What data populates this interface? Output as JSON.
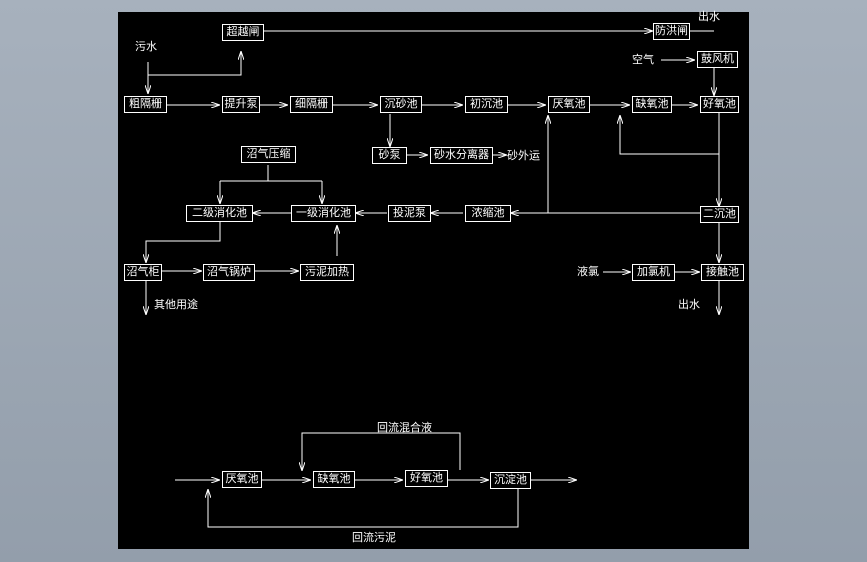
{
  "diagram": {
    "nodes": {
      "overflow_gate": "超越闸",
      "flood_gate": "防洪闸",
      "blower": "鼓风机",
      "coarse_screen": "粗隔栅",
      "lift_pump": "提升泵",
      "fine_screen": "细隔栅",
      "grit_chamber": "沉砂池",
      "primary_clarifier": "初沉池",
      "anaerobic_tank": "厌氧池",
      "anoxic_tank": "缺氧池",
      "aerobic_tank": "好氧池",
      "gas_compress": "沼气压缩",
      "sand_pump": "砂泵",
      "sand_separator": "砂水分离器",
      "secondary_digester": "二级消化池",
      "primary_digester": "一级消化池",
      "sludge_pump": "投泥泵",
      "thickener": "浓缩池",
      "secondary_clarifier": "二沉池",
      "gas_holder": "沼气柜",
      "gas_boiler": "沼气锅炉",
      "sludge_heating": "污泥加热",
      "chlorinator": "加氯机",
      "contact_tank": "接触池"
    },
    "labels": {
      "effluent_top": "出水",
      "sewage": "污水",
      "air": "空气",
      "sand_out": "砂外运",
      "liquid_chlorine": "液氯",
      "other_use": "其他用途",
      "effluent_bottom": "出水"
    },
    "a2o": {
      "anaerobic": "厌氧池",
      "anoxic": "缺氧池",
      "aerobic": "好氧池",
      "settling": "沉淀池",
      "return_mixed_liquor": "回流混合液",
      "return_sludge": "回流污泥"
    }
  },
  "colors": {
    "background": "#000000",
    "stroke": "#ffffff",
    "frame": "#a7b1bd"
  }
}
